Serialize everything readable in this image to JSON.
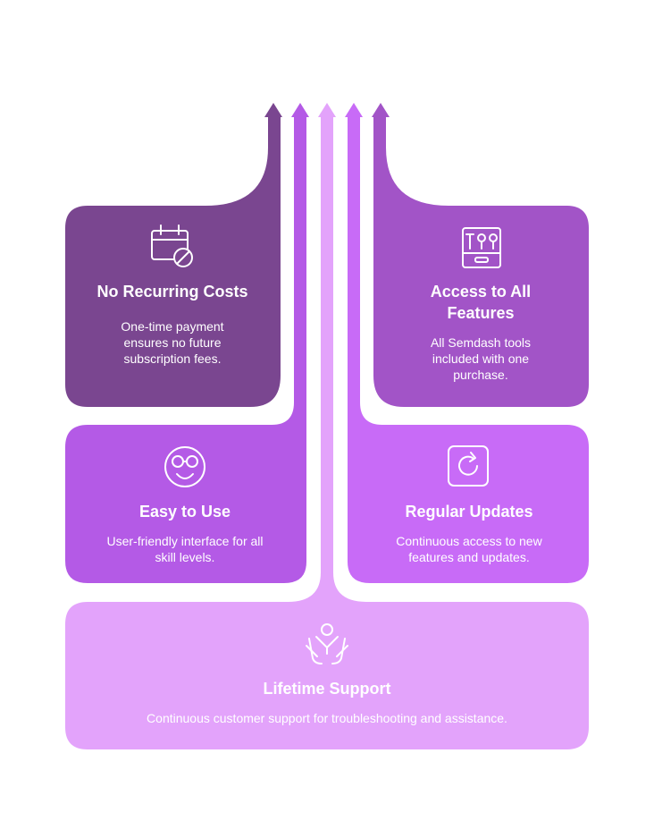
{
  "colors": {
    "dark_purple": "#7a4690",
    "medium_purple": "#a254c7",
    "bright_purple": "#b45ae6",
    "violet": "#c86bf7",
    "light_lavender": "#e3a3fb",
    "white": "#ffffff"
  },
  "cards": {
    "no_recurring_costs": {
      "title": "No Recurring Costs",
      "desc": "One-time payment ensures no future subscription fees.",
      "icon": "calendar-cancel-icon"
    },
    "access_all_features": {
      "title": "Access to All Features",
      "desc": "All Semdash tools included with one purchase.",
      "icon": "toolbox-icon"
    },
    "easy_to_use": {
      "title": "Easy to Use",
      "desc": "User-friendly interface for all skill levels.",
      "icon": "smiling-face-glasses-icon"
    },
    "regular_updates": {
      "title": "Regular Updates",
      "desc": "Continuous access to new features and updates.",
      "icon": "refresh-icon"
    },
    "lifetime_support": {
      "title": "Lifetime Support",
      "desc": "Continuous customer support for troubleshooting and assistance.",
      "icon": "hands-support-icon"
    }
  }
}
